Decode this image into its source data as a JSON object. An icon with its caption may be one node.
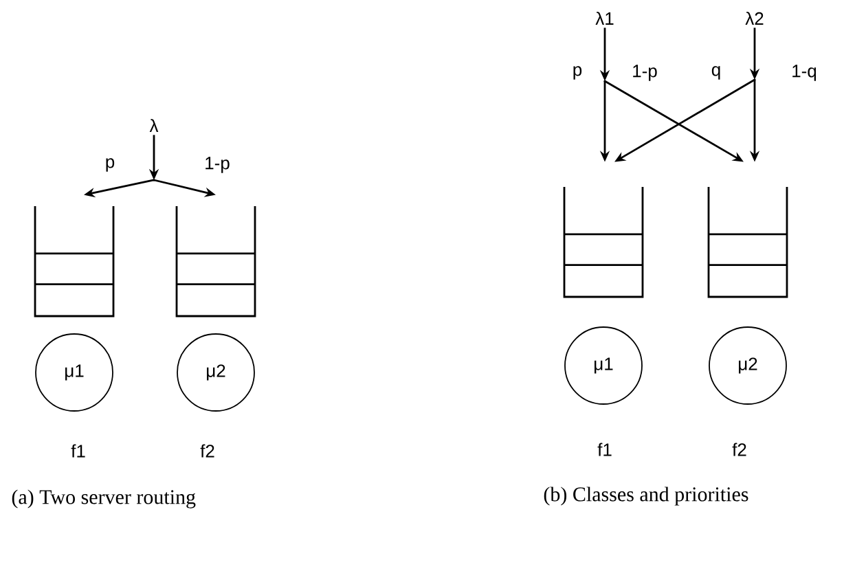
{
  "diagram": {
    "nodes": [
      {
        "text": [
          "λ"
        ]
      },
      {
        "text": [],
        "shape": "point"
      },
      {
        "text": [],
        "shape": "box"
      },
      {
        "text": [],
        "shape": "box"
      },
      {
        "text": [
          "μ1"
        ],
        "beside": [
          "f1"
        ]
      },
      {
        "text": [
          "μ2"
        ],
        "beside": [
          "f2"
        ]
      },
      {
        "text": [
          "λ1"
        ]
      },
      {
        "text": [],
        "shape": "point"
      },
      {
        "text": [
          "λ2"
        ]
      },
      {
        "text": [],
        "shape": "point"
      },
      {
        "text": [],
        "shape": "box"
      },
      {
        "text": [],
        "shape": "box"
      },
      {
        "text": [
          "μ1"
        ],
        "beside": [
          "f1"
        ]
      },
      {
        "text": [
          "μ2"
        ],
        "beside": [
          "f2"
        ]
      }
    ],
    "edges": [
      {
        "from": 0,
        "to": 1,
        "arrow": "to"
      },
      {
        "from": 1,
        "to": 2,
        "arrow": "to",
        "label": "p"
      },
      {
        "from": 1,
        "to": 3,
        "arrow": "to",
        "label": "1-p"
      },
      {
        "from": 6,
        "to": 7,
        "arrow": "to"
      },
      {
        "from": 7,
        "to": 10,
        "arrow": "to",
        "label": "p"
      },
      {
        "from": 7,
        "to": 11,
        "arrow": "to",
        "label": "1-p"
      },
      {
        "from": 8,
        "to": 9,
        "arrow": "to"
      },
      {
        "from": 9,
        "to": 10,
        "arrow": "to",
        "label": "q"
      },
      {
        "from": 9,
        "to": 11,
        "arrow": "to",
        "label": "1-q"
      }
    ],
    "labels": [
      "(a) Two server routing",
      "(b) Classes and priorities"
    ]
  }
}
